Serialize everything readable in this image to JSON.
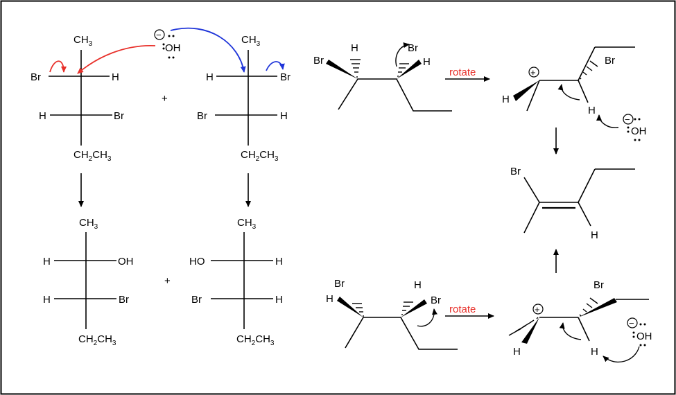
{
  "atoms": {
    "ch3": "CH",
    "three": "3",
    "ch2": "CH",
    "two": "2",
    "br": "Br",
    "h": "H",
    "oh": "OH",
    "ho": "HO",
    "plus": "+",
    "minus": "−",
    "cation": "+"
  },
  "labels": {
    "rotate": "rotate"
  },
  "colors": {
    "red_arrow": "#e8302a",
    "blue_arrow": "#1f35d9",
    "ink": "#000000"
  }
}
